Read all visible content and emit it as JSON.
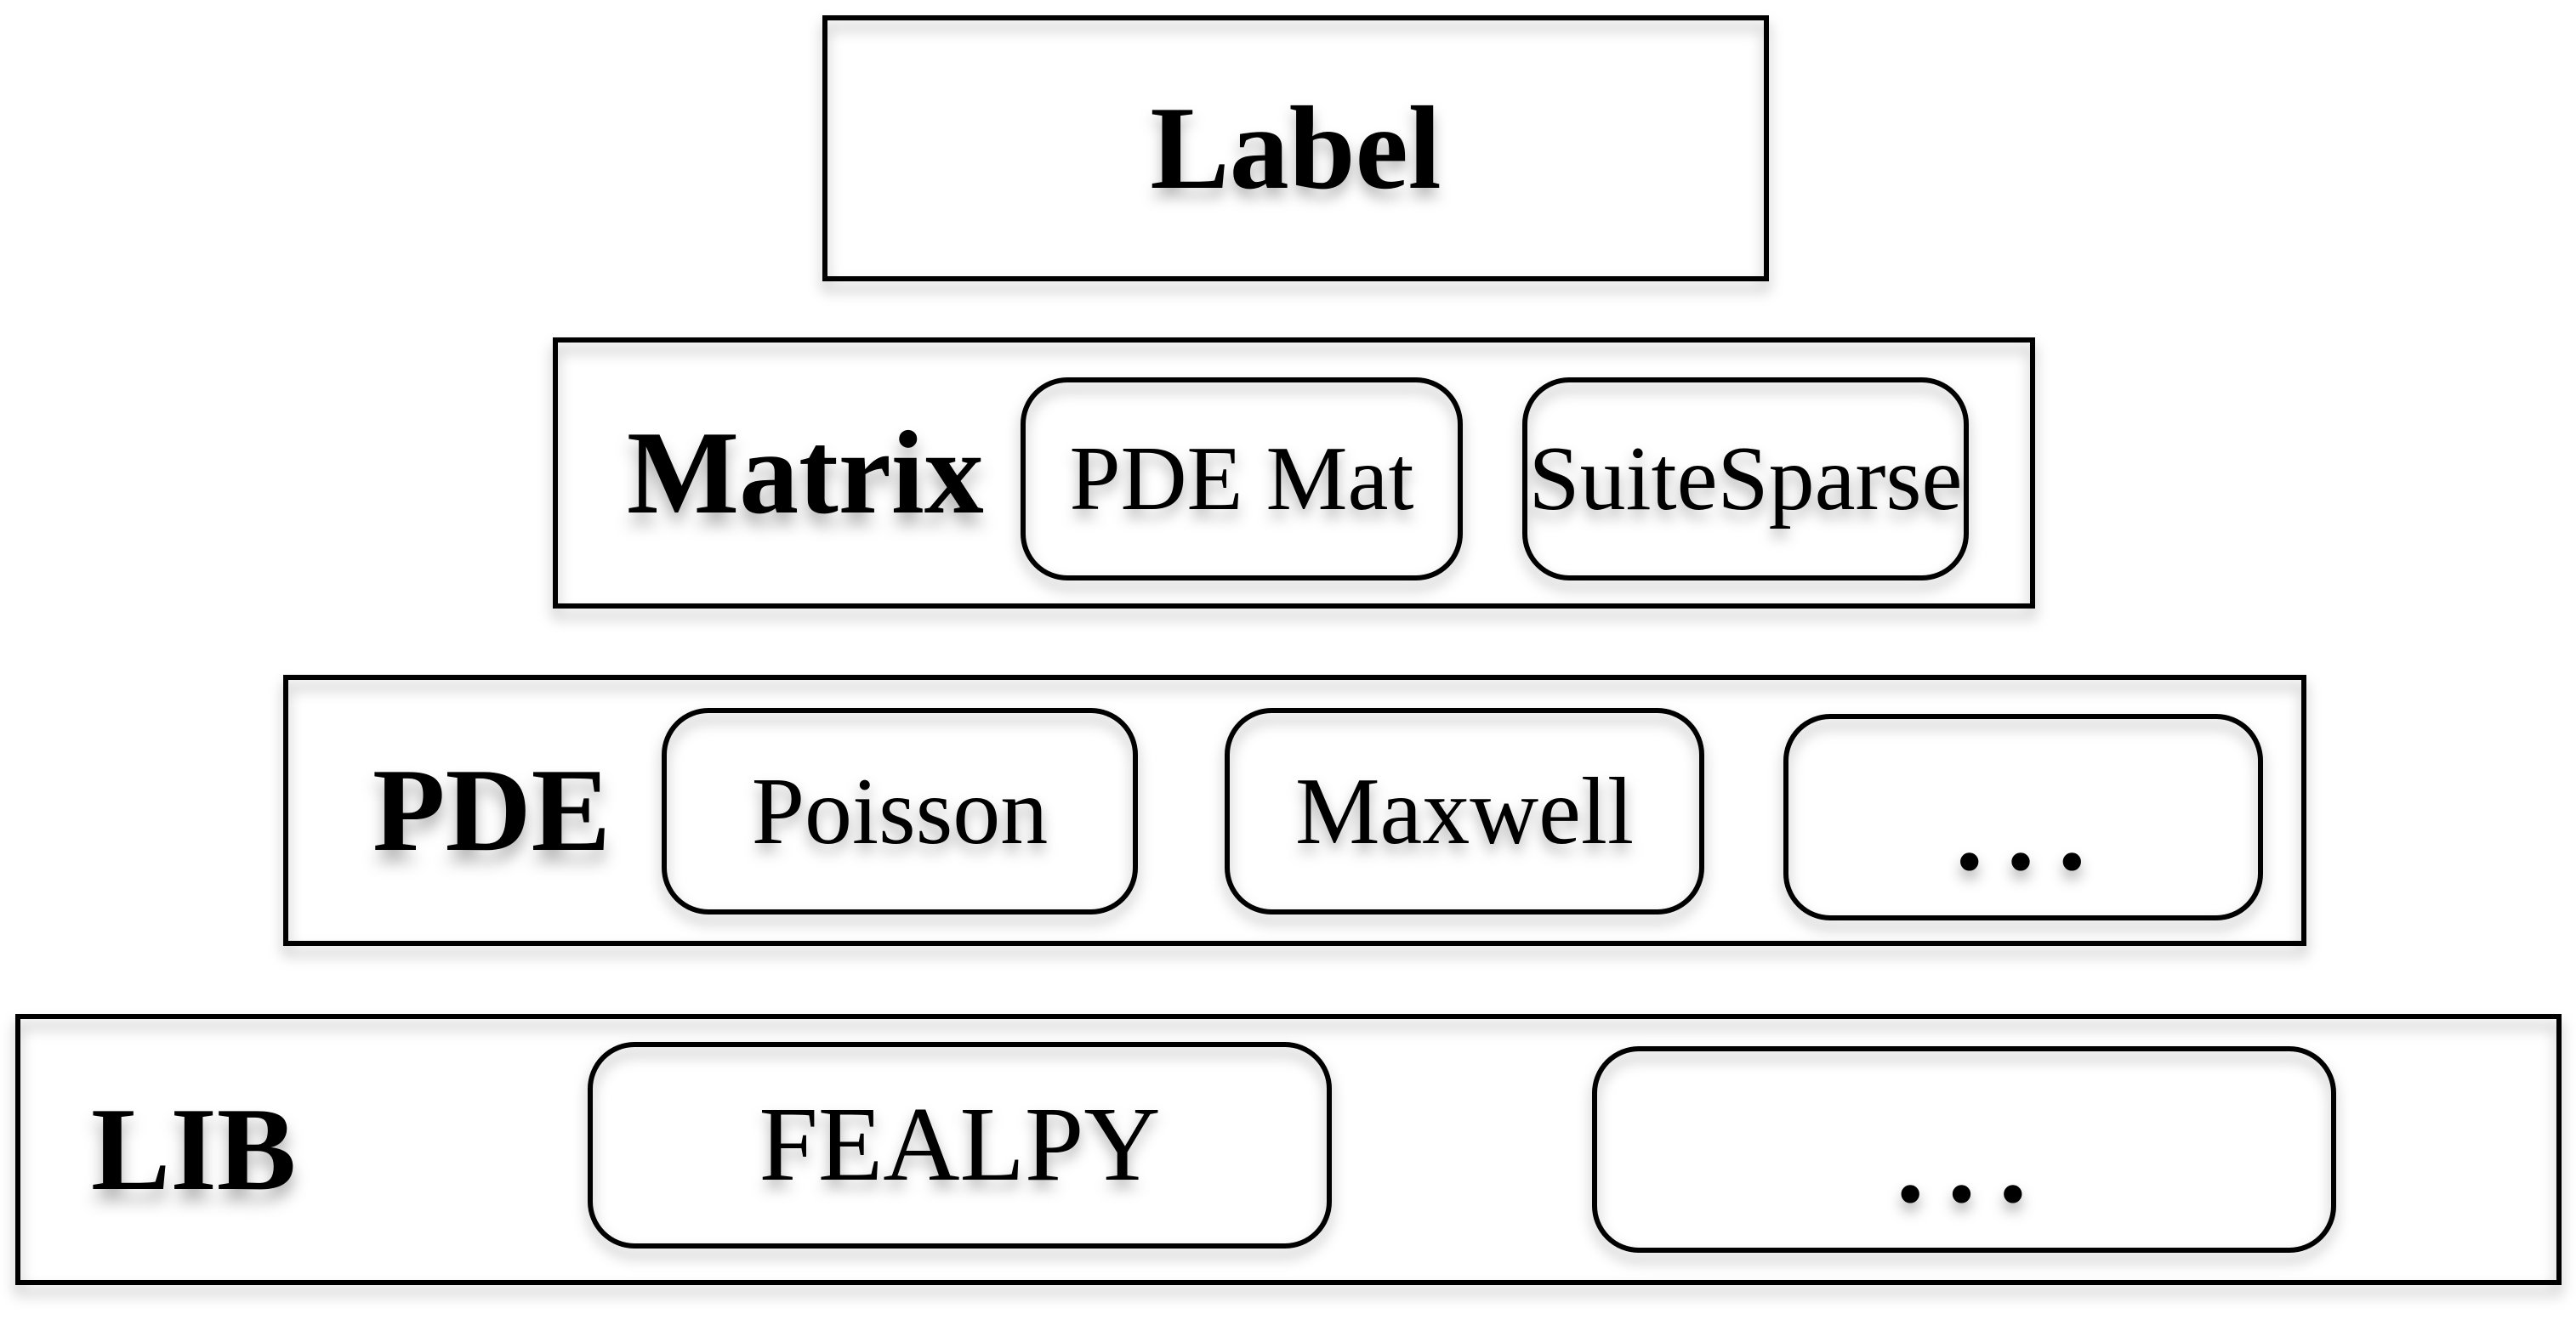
{
  "rows": [
    {
      "label": "Label",
      "items": []
    },
    {
      "label": "Matrix",
      "items": [
        "PDE Mat",
        "SuiteSparse"
      ]
    },
    {
      "label": "PDE",
      "items": [
        "Poisson",
        "Maxwell",
        "…"
      ]
    },
    {
      "label": "LIB",
      "items": [
        "FEALPY",
        "…"
      ]
    }
  ],
  "colors": {
    "border": "#000000",
    "text": "#000000",
    "background": "#ffffff",
    "shadow": "rgba(0,0,0,0.3)"
  }
}
